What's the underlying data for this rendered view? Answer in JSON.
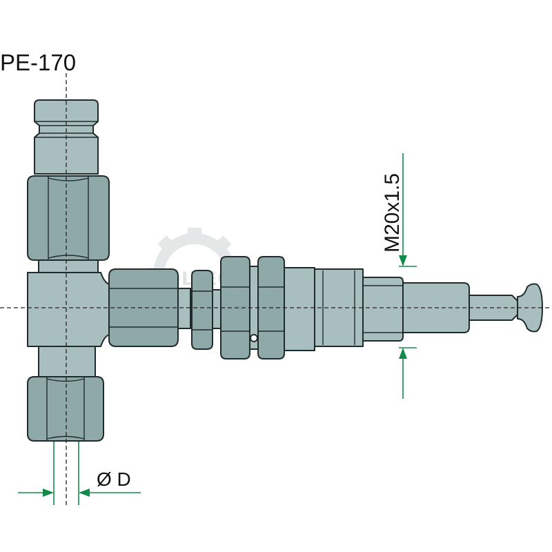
{
  "title": "PE-170",
  "thread_label": "M20x1.5",
  "diameter_label": "Ø D",
  "watermark": "POLTECHPARTS.PL",
  "colors": {
    "metal_light": "#a9bfbf",
    "metal_mid": "#8fa8a8",
    "metal_dark": "#7c9696",
    "outline": "#1f2b2b",
    "dimension": "#138a47",
    "watermark": "#c8cfcf"
  }
}
